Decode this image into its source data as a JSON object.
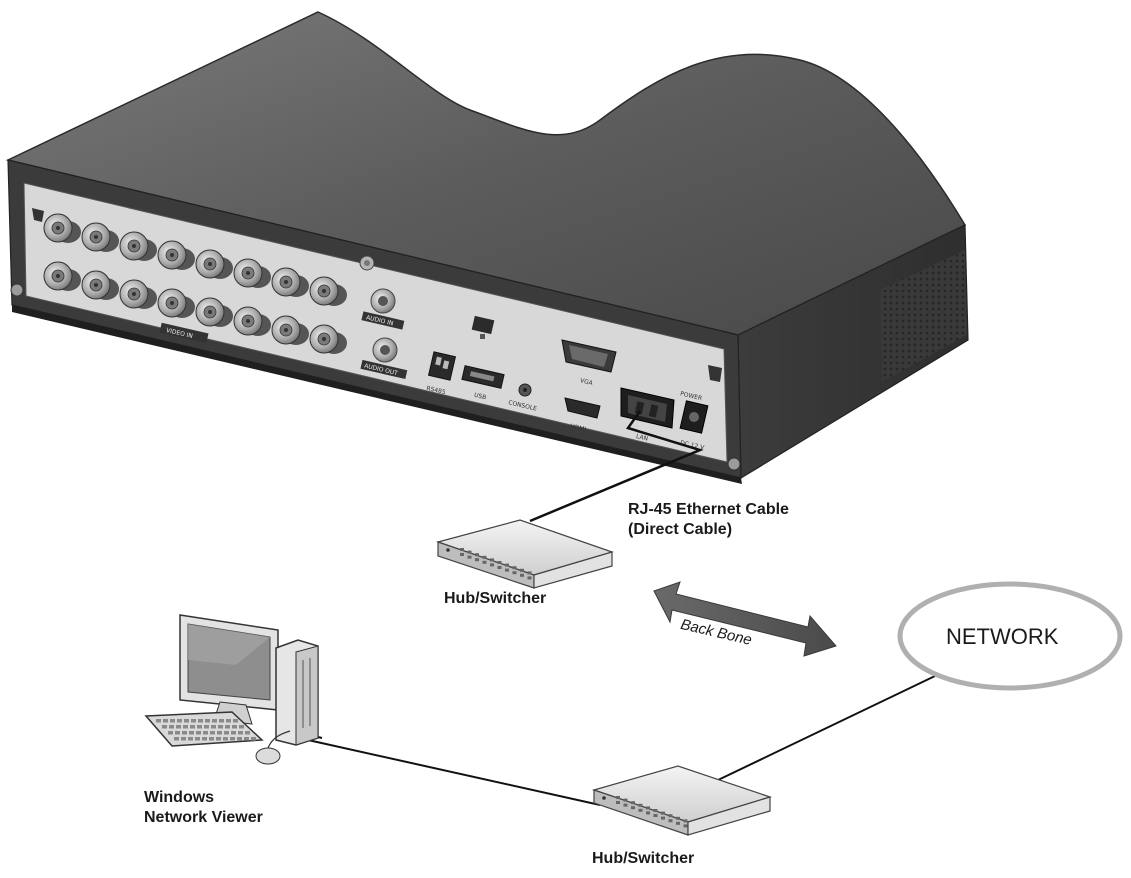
{
  "labels": {
    "cable_line1": "RJ-45 Ethernet Cable",
    "cable_line2": "(Direct Cable)",
    "hub_top": "Hub/Switcher",
    "hub_bottom": "Hub/Switcher",
    "backbone": "Back Bone",
    "network": "NETWORK",
    "viewer_line1": "Windows",
    "viewer_line2": "Network Viewer"
  },
  "dvr_panel": {
    "video_in": "VIDEO IN",
    "audio_in": "AUDIO IN",
    "audio_out": "AUDIO OUT",
    "rs485": "RS485",
    "usb": "USB",
    "console": "CONSOLE",
    "vga": "VGA",
    "hdmi": "HDMI",
    "lan": "LAN",
    "power": "POWER",
    "dc": "DC 12 V"
  }
}
